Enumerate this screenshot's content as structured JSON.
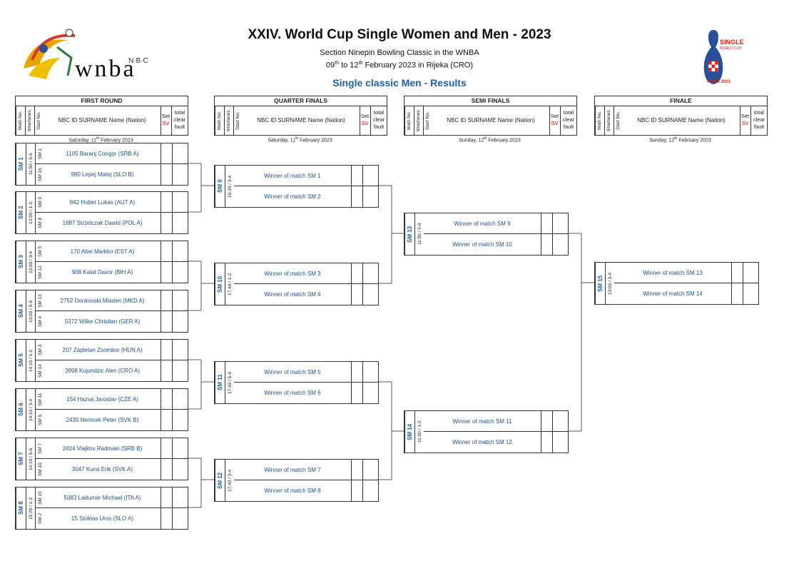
{
  "header": {
    "title": "XXIV. World Cup Single Women and Men - 2023",
    "subtitle": "Section Ninepin Bowling Classic in the WNBA",
    "dates_pre": "09",
    "dates_sup1": "th",
    "dates_mid": " to 12",
    "dates_sup2": "th",
    "dates_post": " February 2023 in Rijeka (CRO)",
    "section": "Single classic Men - Results"
  },
  "logo": {
    "text": "wnba",
    "nbc": "N·B·C",
    "pin_top": "SINGLE",
    "pin_mid": "WORLD CUP",
    "pin_bottom": "Rijeka 2023"
  },
  "headers_common": {
    "match_no": "Math No.",
    "time_lanes": "time/lanes",
    "start_no": "Start No.",
    "name_col": "NBC ID  SURNAME  Name (Nation)",
    "set": "Set",
    "sv": "SV",
    "total1": "total",
    "total2": "clear",
    "total3": "fault"
  },
  "rounds": [
    {
      "title": "FIRST ROUND",
      "day": "Saturday, 11",
      "day_sup": "th",
      "day_post": " February 2023"
    },
    {
      "title": "QUARTER FINALS",
      "day": "Saturday, 11",
      "day_sup": "th",
      "day_post": " February 2023"
    },
    {
      "title": "SEMI FINALS",
      "day": "Sunday, 12",
      "day_sup": "th",
      "day_post": " February 2023"
    },
    {
      "title": "FINALE",
      "day": "Sunday, 12",
      "day_sup": "th",
      "day_post": " February 2023"
    }
  ],
  "first_round": [
    {
      "match": "SM 1",
      "time": "11:50 / 5-6",
      "players": [
        {
          "start": "SM 1",
          "name": "1105 Baranj Congor (SRB A)"
        },
        {
          "start": "SM 16",
          "name": "990 Lepej Matej (SLO B)"
        }
      ]
    },
    {
      "match": "SM 2",
      "time": "13:00 / 1-2",
      "players": [
        {
          "start": "SM 9",
          "name": "842 Huber Lukas (AUT A)"
        },
        {
          "start": "SM 8",
          "name": "1687 Strzelczak Dawid (POL A)"
        }
      ]
    },
    {
      "match": "SM 3",
      "time": "13:00 / 3-4",
      "players": [
        {
          "start": "SM 5",
          "name": "170 Abel Markko (EST A)"
        },
        {
          "start": "SM 12",
          "name": "908 Kalat Davor (BIH A)"
        }
      ]
    },
    {
      "match": "SM 4",
      "time": "13:00 / 5-6",
      "players": [
        {
          "start": "SM 13",
          "name": "2752 Donkovski Mladen (MKD A)"
        },
        {
          "start": "SM 4",
          "name": "5372 Wilke Christian (GER A)"
        }
      ]
    },
    {
      "match": "SM 5",
      "time": "14:10 / 1-2",
      "players": [
        {
          "start": "SM 3",
          "name": "207 Zapletan Zsombor (HUN A)"
        },
        {
          "start": "SM 14",
          "name": "3998 Kujundzic Alen (CRO A)"
        }
      ]
    },
    {
      "match": "SM 6",
      "time": "14:10 / 3-4",
      "players": [
        {
          "start": "SM 11",
          "name": "154 Hazva Jaroslav (CZE A)"
        },
        {
          "start": "SM 6",
          "name": "2435 Nemcek Peter (SVK B)"
        }
      ]
    },
    {
      "match": "SM 7",
      "time": "14:10 / 5-6",
      "players": [
        {
          "start": "SM 7",
          "name": "2424 Vlajkov Radovan (SRB B)"
        },
        {
          "start": "SM 10",
          "name": "3047 Kuna Erik (SVK A)"
        }
      ]
    },
    {
      "match": "SM 8",
      "time": "15:20 / 1-2",
      "players": [
        {
          "start": "SM 15",
          "name": "5083 Ladurner Michael (ITA A)"
        },
        {
          "start": "SM 2",
          "name": "15 Stoklas Uros (SLO A)"
        }
      ]
    }
  ],
  "quarter_finals": [
    {
      "match": "SM 9",
      "time": "16:30 / 3-4",
      "players": [
        "Winner of match SM 1",
        "Winner of match SM 2"
      ]
    },
    {
      "match": "SM 10",
      "time": "17:40 / 1-2",
      "players": [
        "Winner of match SM 3",
        "Winner of match SM 4"
      ]
    },
    {
      "match": "SM 11",
      "time": "17:40 / 5-6",
      "players": [
        "Winner of match SM 5",
        "Winner of match SM 6"
      ]
    },
    {
      "match": "SM 12",
      "time": "17:40 / 3-4",
      "players": [
        "Winner of match SM 7",
        "Winner of match SM 8"
      ]
    }
  ],
  "semi_finals": [
    {
      "match": "SM 13",
      "time": "11:50 / 5-6",
      "players": [
        "Winner of match SM 9",
        "Winner of match SM 10"
      ]
    },
    {
      "match": "SM 14",
      "time": "11:50 / 1-2",
      "players": [
        "Winner of match SM 11",
        "Winner of match SM 12"
      ]
    }
  ],
  "finale": [
    {
      "match": "SM 15",
      "time": "13:00 / 3-4",
      "players": [
        "Winner of match SM 13",
        "Winner of match SM 14"
      ]
    }
  ],
  "colors": {
    "accent": "#1f5fa5",
    "sv": "#cc0000",
    "line": "#333333"
  }
}
